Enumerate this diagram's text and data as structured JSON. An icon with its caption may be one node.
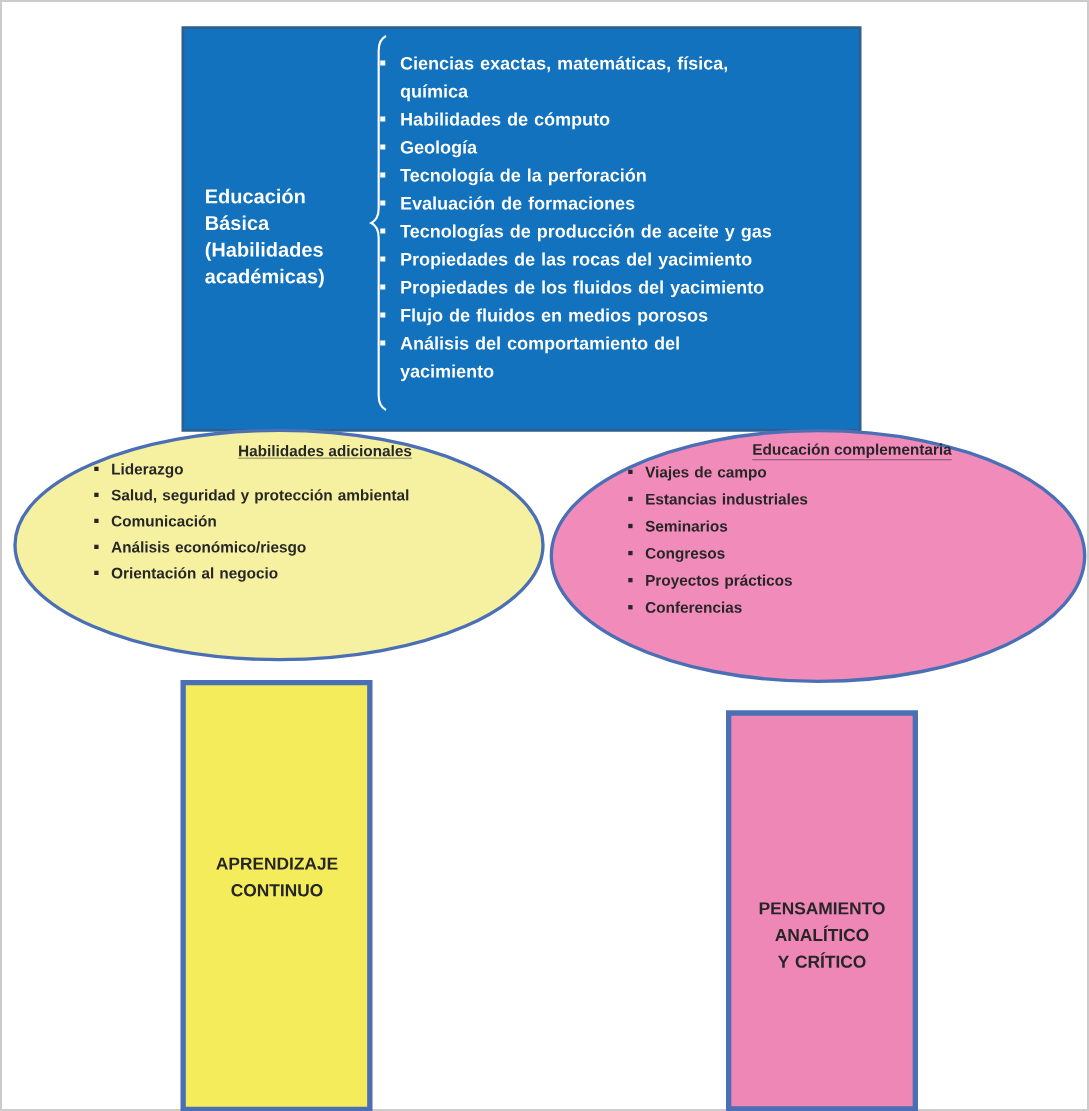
{
  "diagram": {
    "nodes": [
      {
        "text": [
          "Educación Básica (Habilidades académicas)",
          "Ciencias exactas, matemáticas, física, química",
          "Habilidades de cómputo",
          "Geología",
          "Tecnología de la perforación",
          "Evaluación de formaciones",
          "Tecnologías de producción de aceite y gas",
          "Propiedades de las rocas del yacimiento",
          "Propiedades de los fluidos del yacimiento",
          "Flujo de fluidos en medios porosos",
          "Análisis del comportamiento del yacimiento"
        ]
      },
      {
        "text": [
          "Habilidades adicionales",
          "Liderazgo",
          "Salud, seguridad y protección ambiental",
          "Comunicación",
          "Análisis económico/riesgo",
          "Orientación al negocio"
        ]
      },
      {
        "text": [
          "Educación complementaria",
          "Viajes de campo",
          "Estancias industriales",
          "Seminarios",
          "Congresos",
          "Proyectos prácticos",
          "Conferencias"
        ]
      },
      {
        "text": [
          "APRENDIZAJE CONTINUO"
        ]
      },
      {
        "text": [
          "PENSAMIENTO ANALÍTICO Y CRÍTICO"
        ]
      }
    ]
  }
}
